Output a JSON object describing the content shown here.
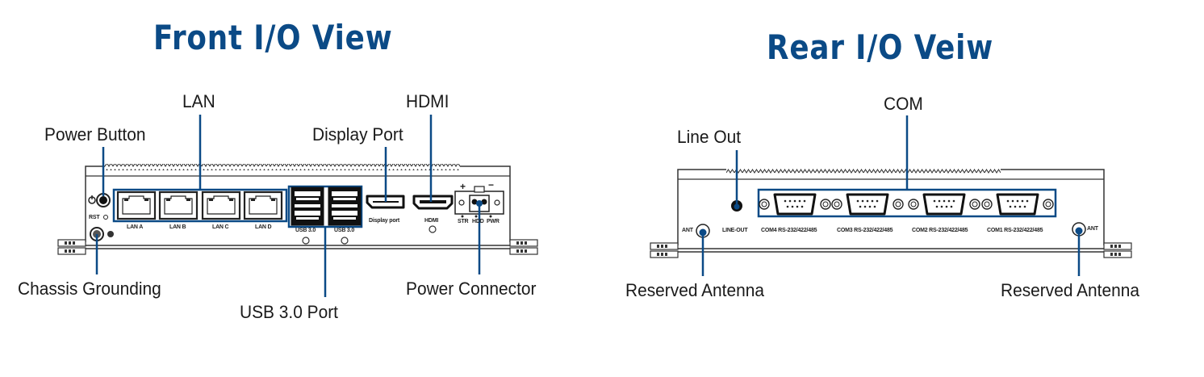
{
  "colors": {
    "title": "#0b4a86",
    "callout_line": "#0b4a86",
    "outline": "#333333",
    "label": "#1a1a1a"
  },
  "front": {
    "title": "Front I/O View",
    "callouts": {
      "lan": "LAN",
      "hdmi": "HDMI",
      "power_button": "Power Button",
      "display_port": "Display Port",
      "chassis_grounding": "Chassis Grounding",
      "usb_port": "USB 3.0 Port",
      "power_connector": "Power Connector"
    },
    "panel_labels": {
      "rst": "RST",
      "lan_a": "LAN A",
      "lan_b": "LAN B",
      "lan_c": "LAN C",
      "lan_d": "LAN D",
      "usb_1": "USB 3.0",
      "usb_2": "USB 3.0",
      "display_port": "Display port",
      "hdmi": "HDMI",
      "str": "STR",
      "hdd": "HDD",
      "pwr": "PWR",
      "plus": "+",
      "minus": "−"
    }
  },
  "rear": {
    "title": "Rear I/O Veiw",
    "callouts": {
      "com": "COM",
      "line_out": "Line Out",
      "reserved_antenna_left": "Reserved Antenna",
      "reserved_antenna_right": "Reserved Antenna"
    },
    "panel_labels": {
      "ant_left": "ANT",
      "line_out": "LINE-OUT",
      "com4": "COM4 RS-232/422/485",
      "com3": "COM3 RS-232/422/485",
      "com2": "COM2 RS-232/422/485",
      "com1": "COM1 RS-232/422/485",
      "ant_right": "ANT"
    }
  },
  "icons": {
    "power": "power-icon",
    "ground": "ground-icon",
    "rj45": "rj45-port-icon",
    "usb": "usb-port-icon",
    "displayport": "displayport-icon",
    "hdmi": "hdmi-port-icon",
    "db9": "db9-serial-port-icon",
    "audio": "audio-jack-icon",
    "antenna": "antenna-connector-icon"
  }
}
